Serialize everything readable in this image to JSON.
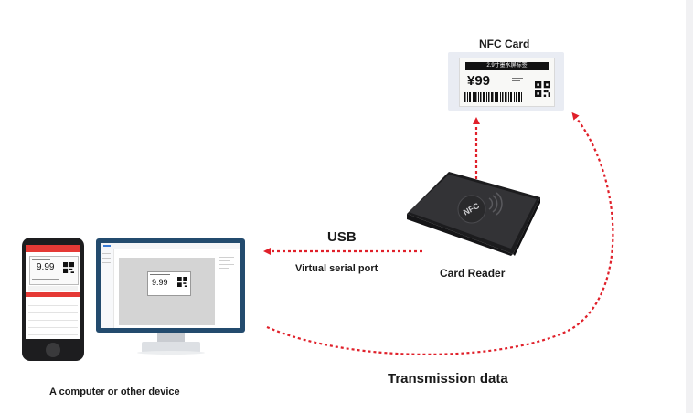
{
  "labels": {
    "nfc_card": "NFC Card",
    "usb": "USB",
    "virtual_serial_port": "Virtual serial port",
    "card_reader": "Card Reader",
    "transmission_data": "Transmission data",
    "device": "A computer or other device"
  },
  "nfc_card_screen": {
    "header": "2.9寸墨水屏标签",
    "price": "¥99"
  },
  "phone_screen": {
    "tag_price": "9.99"
  },
  "monitor_screen": {
    "tag_price": "9.99"
  },
  "reader": {
    "logo": "NFC"
  },
  "colors": {
    "arrow": "#e0202a",
    "monitor_frame": "#234b6e",
    "phone_header": "#e53935",
    "reader_body": "#2a2a2c"
  },
  "icons": [
    "nfc-logo-icon",
    "qr-code-icon",
    "barcode-icon"
  ]
}
